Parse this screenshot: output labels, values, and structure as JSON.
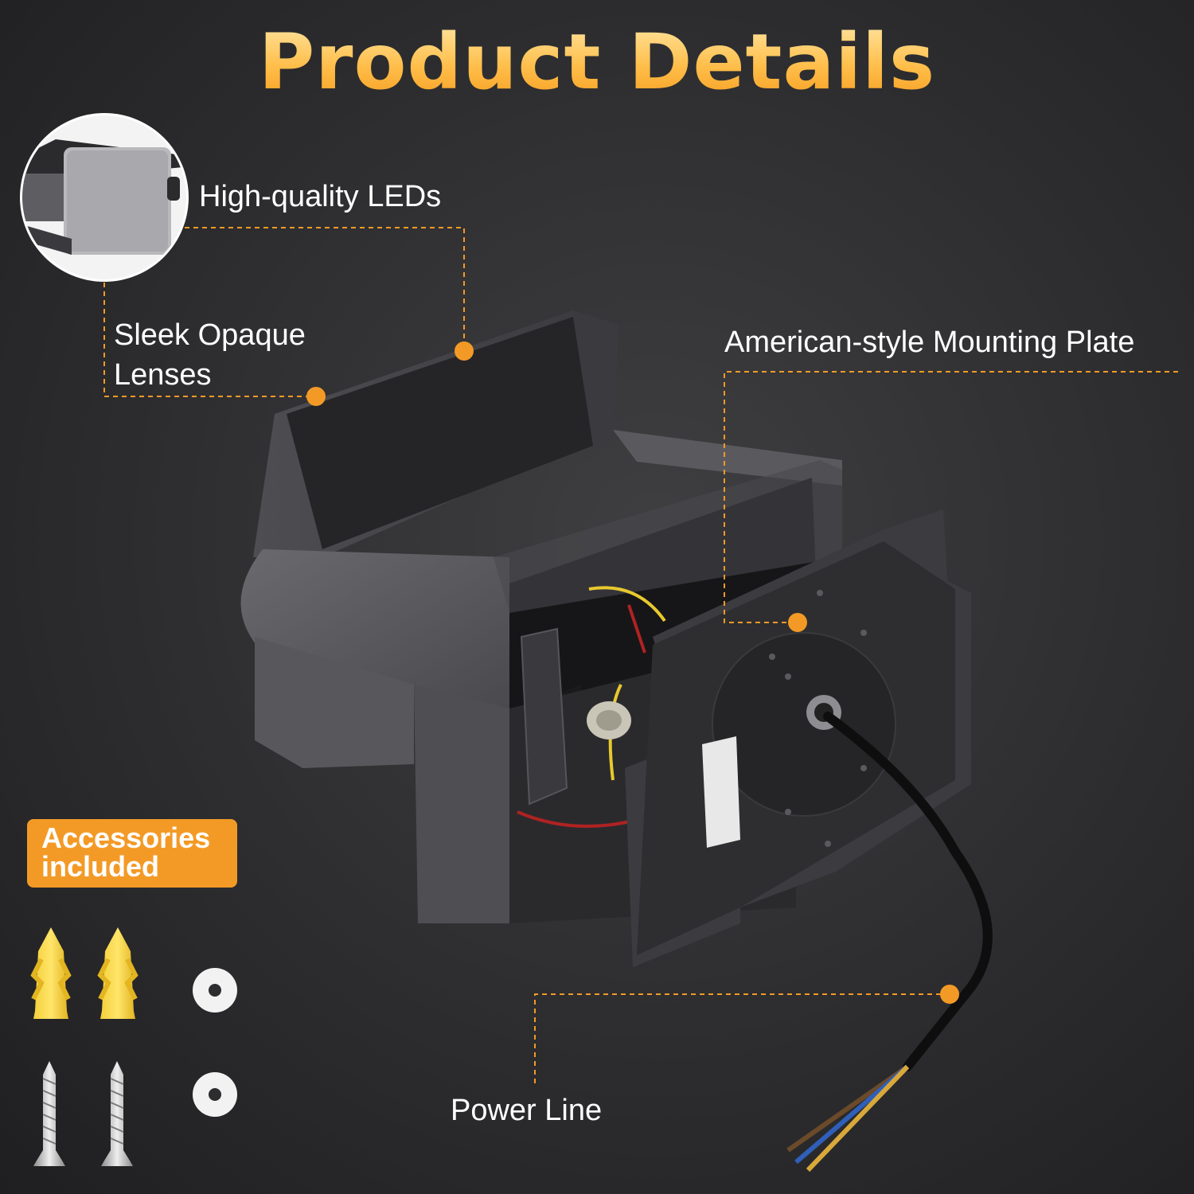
{
  "title": "Product Details",
  "callouts": {
    "leds": "High-quality LEDs",
    "lenses_line1": "Sleek Opaque",
    "lenses_line2": "Lenses",
    "plate": "American-style Mounting Plate",
    "power": "Power Line"
  },
  "accessories_badge": {
    "line1": "Accessories",
    "line2": "included"
  },
  "colors": {
    "accent": "#f39a26",
    "title_gold": "#ffc65a",
    "background": "#2d2d2f"
  }
}
